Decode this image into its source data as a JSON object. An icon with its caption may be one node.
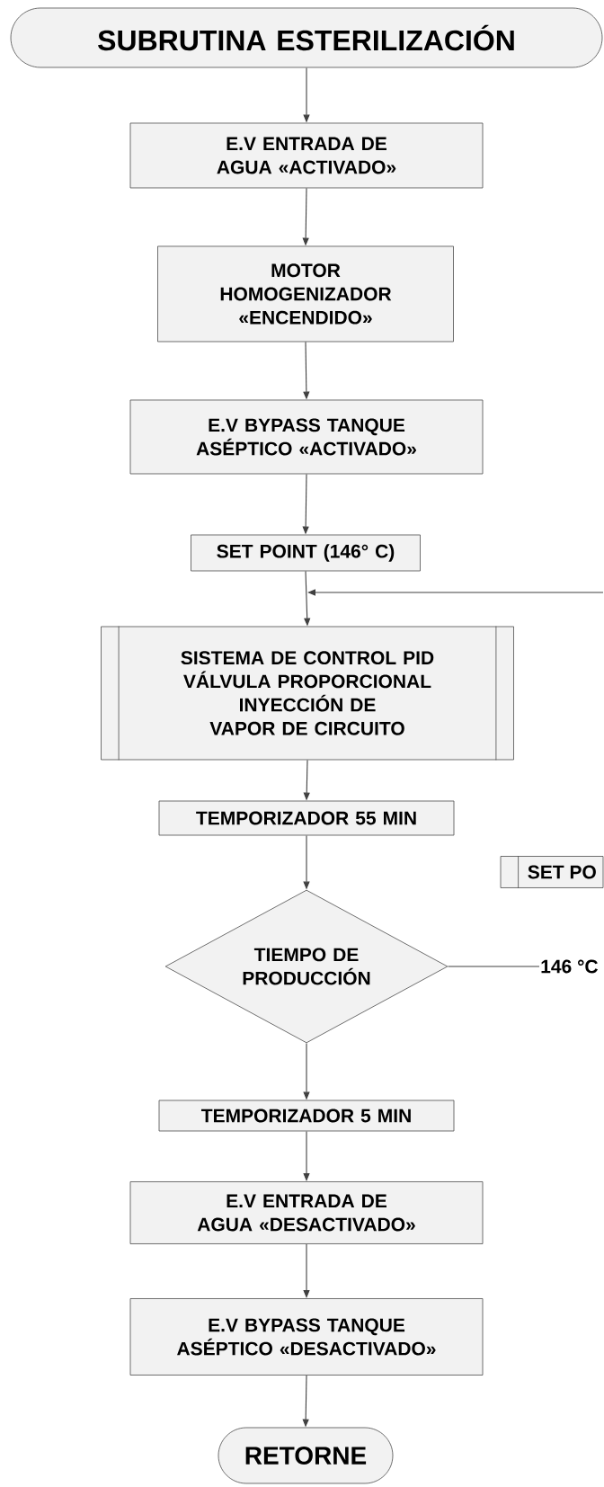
{
  "diagram": {
    "nodes": [
      {
        "text": [
          "SUBRUTINA ESTERILIZACIÓN"
        ]
      },
      {
        "text": [
          "E.V ENTRADA DE AGUA «ACTIVADO»"
        ]
      },
      {
        "text": [
          "MOTOR HOMOGENIZADOR «ENCENDIDO»"
        ]
      },
      {
        "text": [
          "E.V BYPASS TANQUE ASÉPTICO «ACTIVADO»"
        ]
      },
      {
        "text": [
          "SET POINT (146° C)"
        ]
      },
      {
        "text": [
          "SISTEMA DE CONTROL PID VÁLVULA PROPORCIONAL INYECCIÓN DE VAPOR DE CIRCUITO"
        ]
      },
      {
        "text": [
          "TEMPORIZADOR 55 MIN"
        ]
      },
      {
        "text": [
          "SET PO"
        ]
      },
      {
        "text": [
          "TIEMPO DE PRODUCCIÓN"
        ]
      },
      {
        "text": [
          "146 °C"
        ]
      },
      {
        "text": [
          "TEMPORIZADOR 5 MIN"
        ]
      },
      {
        "text": [
          "E.V ENTRADA DE AGUA «DESACTIVADO»"
        ]
      },
      {
        "text": [
          "E.V BYPASS TANQUE ASÉPTICO «DESACTIVADO»"
        ]
      },
      {
        "text": [
          "RETORNE"
        ]
      }
    ],
    "edges": [
      {
        "from": 0,
        "to": 1,
        "arrow": "to"
      },
      {
        "from": 1,
        "to": 2,
        "arrow": "to"
      },
      {
        "from": 2,
        "to": 3,
        "arrow": "to"
      },
      {
        "from": 3,
        "to": 4,
        "arrow": "to"
      },
      {
        "from": 4,
        "to": 5,
        "arrow": "to"
      },
      {
        "from": null,
        "to": 5,
        "arrow": "to"
      },
      {
        "from": 5,
        "to": 6,
        "arrow": "to"
      },
      {
        "from": 6,
        "to": 8,
        "arrow": "to"
      },
      {
        "from": 8,
        "to": 10,
        "arrow": "to"
      },
      {
        "from": 8,
        "to": 9,
        "arrow": "none"
      },
      {
        "from": 10,
        "to": 11,
        "arrow": "to"
      },
      {
        "from": 11,
        "to": 12,
        "arrow": "to"
      },
      {
        "from": 12,
        "to": 13,
        "arrow": "to"
      }
    ]
  }
}
